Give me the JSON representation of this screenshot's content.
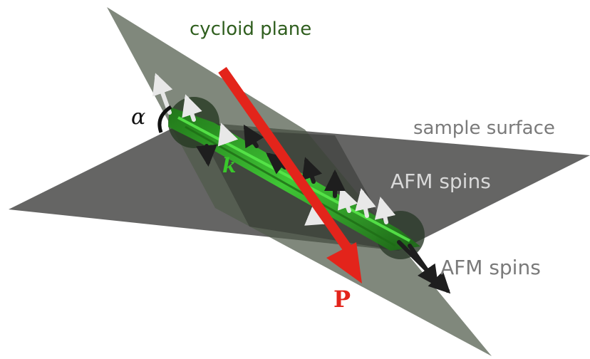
{
  "labels": {
    "cycloid_plane": "cycloid plane",
    "sample_surface": "sample surface",
    "afm_spins_upper": "AFM spins",
    "afm_spins_lower": "AFM spins",
    "alpha": "α",
    "k": "k",
    "p": "P"
  },
  "colors": {
    "cycloid_plane": "#4f5a4a",
    "sample_surface": "#3a3a38",
    "k_vector": "#2fc52a",
    "polarization": "#e3241b",
    "spin_light": "#e6e6e6",
    "spin_dark": "#222222"
  },
  "icons": {
    "polarization_arrow": "red-arrow-icon",
    "angle_arc": "angle-arc-icon",
    "spin_arrow": "spin-arrow-icon"
  }
}
